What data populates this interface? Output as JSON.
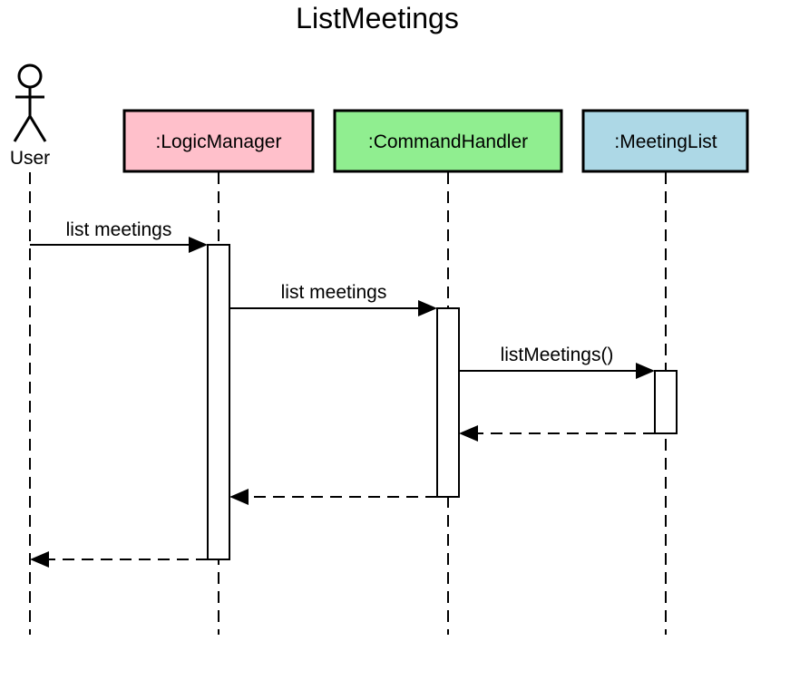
{
  "title": "ListMeetings",
  "actor": {
    "label": "User"
  },
  "participants": [
    {
      "label": ":LogicManager",
      "color": "#ffc0cb"
    },
    {
      "label": ":CommandHandler",
      "color": "#90ee90"
    },
    {
      "label": ":MeetingList",
      "color": "#add8e6"
    }
  ],
  "messages": [
    {
      "label": "list meetings",
      "from": "User",
      "to": ":LogicManager",
      "kind": "call"
    },
    {
      "label": "list meetings",
      "from": ":LogicManager",
      "to": ":CommandHandler",
      "kind": "call"
    },
    {
      "label": "listMeetings()",
      "from": ":CommandHandler",
      "to": ":MeetingList",
      "kind": "call"
    },
    {
      "label": "",
      "from": ":MeetingList",
      "to": ":CommandHandler",
      "kind": "return"
    },
    {
      "label": "",
      "from": ":CommandHandler",
      "to": ":LogicManager",
      "kind": "return"
    },
    {
      "label": "",
      "from": ":LogicManager",
      "to": "User",
      "kind": "return"
    }
  ]
}
